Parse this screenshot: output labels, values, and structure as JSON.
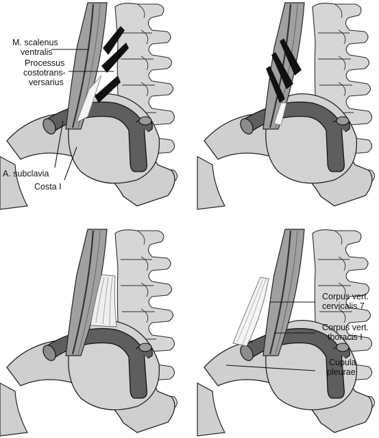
{
  "panels": [
    {
      "id": "top-left"
    },
    {
      "id": "top-right"
    },
    {
      "id": "bottom-left"
    },
    {
      "id": "bottom-right"
    }
  ],
  "labels": {
    "scalenus_l1": "M. scalenus",
    "scalenus_l2": "ventralis",
    "processus_l1": "Processus",
    "processus_l2": "costotrans-",
    "processus_l3": "versarius",
    "subclavia": "A. subclavia",
    "costa": "Costa I",
    "corpus_c7_l1": "Corpus vert.",
    "corpus_c7_l2": "cervicalis 7",
    "corpus_t1_l1": "Corpus vert.",
    "corpus_t1_l2": "thoracis I",
    "cupula_l1": "Cupula",
    "cupula_l2": "pleurae"
  },
  "colors": {
    "background": "#ffffff",
    "bone": "#d8d8d8",
    "muscle": "#9c9c9c",
    "artery": "#5e5e5e",
    "outline": "#222222",
    "dark_bands": "#111111"
  }
}
